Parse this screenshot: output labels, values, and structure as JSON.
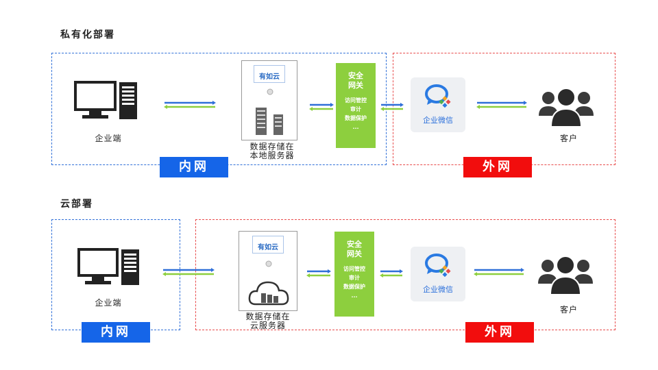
{
  "sections": {
    "private": {
      "title": "私有化部署",
      "client_label": "企业端",
      "server_caption_line1": "数据存储在",
      "server_caption_line2": "本地服务器",
      "gateway": {
        "title_line1": "安全",
        "title_line2": "网关",
        "items": [
          "访问管控",
          "审计",
          "数据保护",
          "..."
        ]
      },
      "wecom_label": "企业微信",
      "customer_label": "客户",
      "inner_net": "内网",
      "outer_net": "外网"
    },
    "cloud": {
      "title": "云部署",
      "client_label": "企业端",
      "server_caption_line1": "数据存储在",
      "server_caption_line2": "云服务器",
      "gateway": {
        "title_line1": "安全",
        "title_line2": "网关",
        "items": [
          "访问管控",
          "审计",
          "数据保护",
          "..."
        ]
      },
      "wecom_label": "企业微信",
      "customer_label": "客户",
      "inner_net": "内网",
      "outer_net": "外网"
    }
  },
  "logo_text": "有如云",
  "colors": {
    "blue": "#1565e8",
    "red": "#f20d0d",
    "green": "#8dcf3e",
    "arrow_blue": "#2f6fd8",
    "arrow_green": "#8dcf3e"
  },
  "icons": [
    "desktop-computer-icon",
    "server-rack-icon",
    "cloud-server-icon",
    "wecom-chat-icon",
    "users-group-icon"
  ]
}
